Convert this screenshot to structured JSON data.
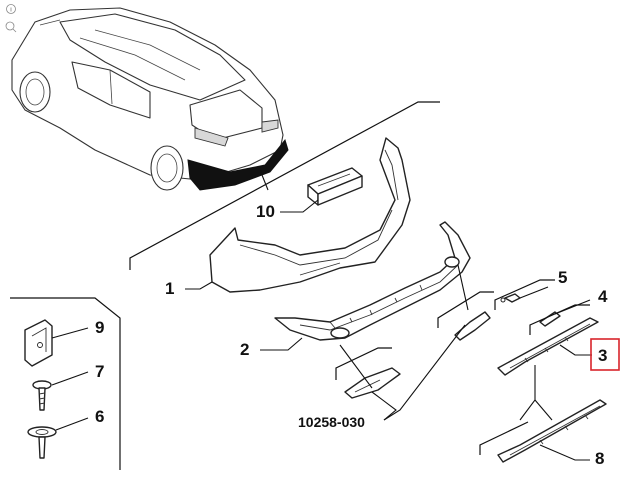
{
  "callouts": {
    "c1": "1",
    "c2": "2",
    "c3": "3",
    "c4": "4",
    "c5": "5",
    "c6": "6",
    "c7": "7",
    "c8": "8",
    "c9": "9",
    "c10": "10"
  },
  "reference_code": "10258-030",
  "highlighted_callout": "3",
  "colors": {
    "highlight": "#d9242b",
    "line": "#111111"
  }
}
